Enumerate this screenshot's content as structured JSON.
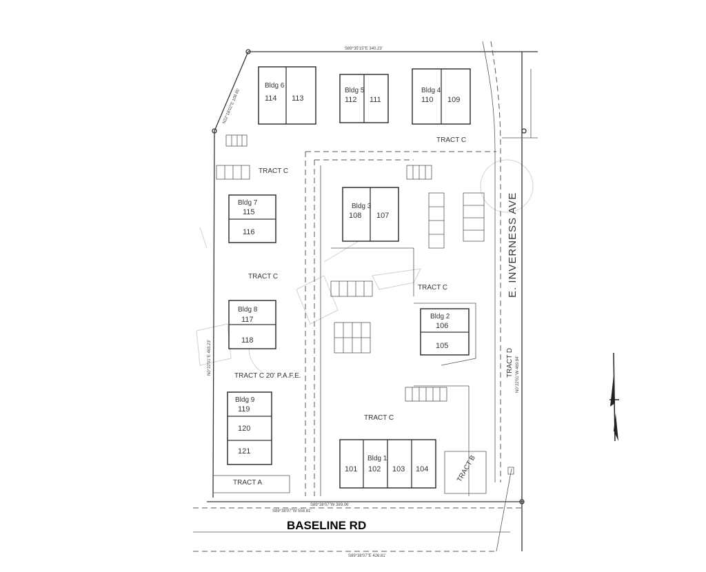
{
  "bearings": {
    "north_line": "S89°35'15\"E 340.23'",
    "nw_diagonal": "N22°18'02\"E 108.85'",
    "west_line": "N0°22'01\"E 463.23'",
    "east_line": "N0°22'01\"W 469.84'",
    "south_line_1": "S89°38'07\"W 558.81'",
    "south_line_2": "S89°38'07\"W 389.06'",
    "road_south_line": "S89°38'07\"E 426.81'"
  },
  "streets": {
    "south": "BASELINE RD",
    "east": "E. INVERNESS AVE"
  },
  "buildings": [
    {
      "name": "Bldg 6",
      "units": [
        "114",
        "113"
      ]
    },
    {
      "name": "Bldg 5",
      "units": [
        "112",
        "111"
      ]
    },
    {
      "name": "Bldg 4",
      "units": [
        "110",
        "109"
      ]
    },
    {
      "name": "Bldg 3",
      "units": [
        "108",
        "107"
      ]
    },
    {
      "name": "Bldg 7",
      "units": [
        "115",
        "116"
      ]
    },
    {
      "name": "Bldg 8",
      "units": [
        "117",
        "118"
      ]
    },
    {
      "name": "Bldg 9",
      "units": [
        "119",
        "120",
        "121"
      ]
    },
    {
      "name": "Bldg 2",
      "units": [
        "106",
        "105"
      ]
    },
    {
      "name": "Bldg 1",
      "units": [
        "101",
        "102",
        "103",
        "104"
      ]
    }
  ],
  "tracts": {
    "c_ne": "TRACT C",
    "c_nw": "TRACT C",
    "c_w": "TRACT C",
    "c_center": "TRACT C",
    "c_sw": "TRACT C 20' P.A.F.E.",
    "c_s": "TRACT C",
    "a": "TRACT A",
    "b": "TRACT B",
    "d": "TRACT D"
  },
  "north_arrow": "north-arrow-icon"
}
